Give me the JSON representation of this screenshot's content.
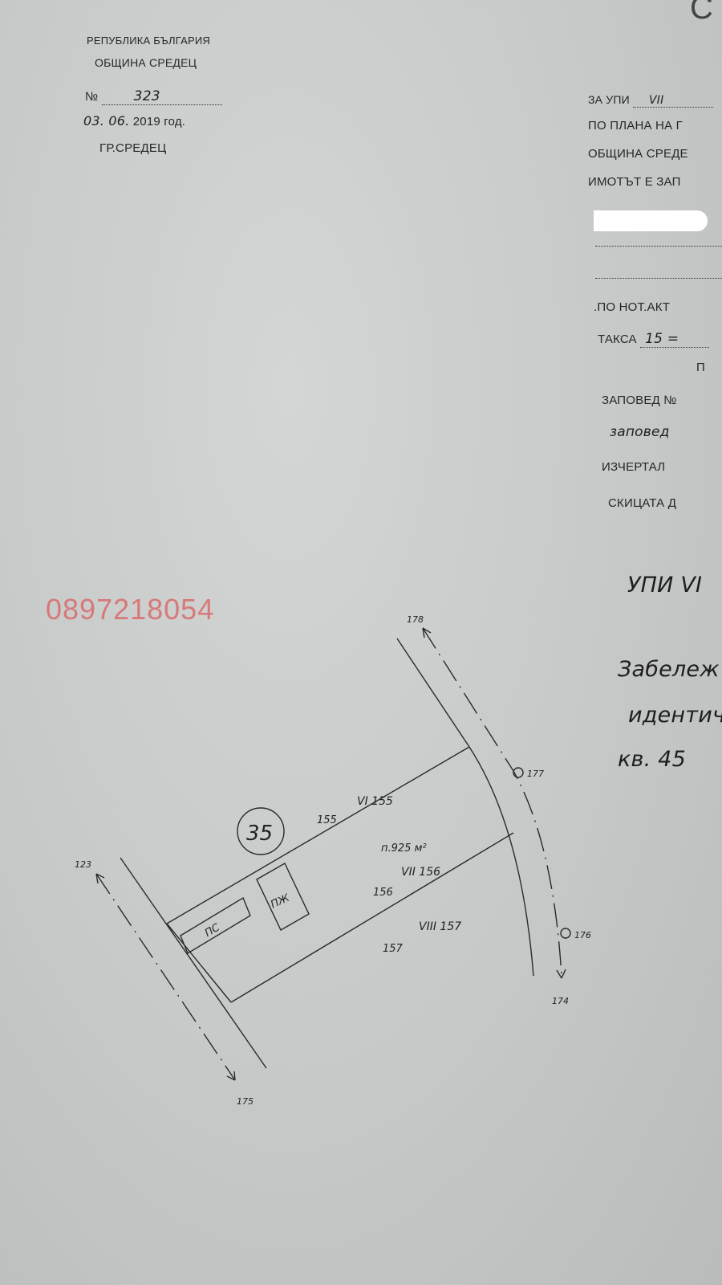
{
  "header_left": {
    "line1": "РЕПУБЛИКА БЪЛГАРИЯ",
    "line2": "ОБЩИНА СРЕДЕЦ",
    "number_label": "№",
    "number_value": "323",
    "date_day_month": "03. 06.",
    "date_suffix": "2019 год.",
    "city": "ГР.СРЕДЕЦ"
  },
  "corner_letter": "С",
  "form_right": {
    "upi_label": "ЗА УПИ",
    "upi_value": "VII",
    "plan_label": "ПО ПЛАНА НА Г",
    "municipality_label": "ОБЩИНА СРЕДЕ",
    "property_label": "ИМОТЪТ Е ЗАП",
    "notary_label": ".ПО НОТ.АКТ",
    "fee_label": "ТАКСА",
    "fee_value": "15 =",
    "p_letter": "П",
    "order_label": "ЗАПОВЕД №",
    "order_handwritten": "заповед",
    "drawn_by_label": "ИЗЧЕРТАЛ",
    "sketch_label": "СКИЦАТА Д"
  },
  "notes_right": {
    "upi_handwritten": "УПИ VI",
    "note_label": "Забележ",
    "identical": "идентич",
    "block": "кв. 45"
  },
  "watermark_phone": "0897218054",
  "sketch": {
    "block_number": "35",
    "area": "п.925 м²",
    "building_residential": "ПЖ",
    "building_service": "ПС",
    "lots": [
      {
        "upi": "VI 155",
        "number": "155"
      },
      {
        "upi": "VII 156",
        "number": "156"
      },
      {
        "upi": "VIII 157",
        "number": "157"
      }
    ],
    "street_points": {
      "p178": "178",
      "p177": "177",
      "p176": "176",
      "p174": "174",
      "p175": "175",
      "p123": "123"
    }
  }
}
